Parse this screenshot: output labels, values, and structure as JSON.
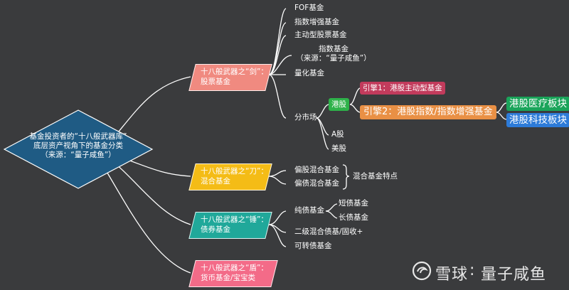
{
  "colors": {
    "background": "#3a3b3d",
    "sword": "#f08a80",
    "knife": "#f4bc16",
    "hammer": "#20a89a",
    "shield": "#f36b88",
    "hk_badge": "#2eb24a",
    "engine1": "#c23b5c",
    "engine2": "#e99045",
    "medical": "#1aa45a",
    "tech": "#2d7bd8",
    "lines": "#ffffff"
  },
  "root": {
    "line1": "基金投资者的“十八般武器库”",
    "line2": "底层资产视角下的基金分类",
    "line3": "（来源：“量子咸鱼”）"
  },
  "branches": {
    "sword": {
      "line1": "十八般武器之“剑”：",
      "line2": "股票基金"
    },
    "knife": {
      "line1": "十八般武器之“刀”：",
      "line2": "混合基金"
    },
    "hammer": {
      "line1": "十八般武器之“锤”：",
      "line2": "债券基金"
    },
    "shield": {
      "line1": "十八般武器之“盾”：",
      "line2": "货币基金/宝宝类"
    }
  },
  "sword_children": {
    "fof": "FOF基金",
    "index_enhanced": "指数增强基金",
    "active": "主动型股票基金",
    "index_line1": "指数基金",
    "index_line2": "（来源：“量子咸鱼”）",
    "quant": "量化基金",
    "markets": "分市场",
    "hk": "港股",
    "engine1": "引擎1：港股主动型基金",
    "engine2": "引擎2：港股指数/指数增强基金",
    "medical": "港股医疗板块",
    "tech": "港股科技板块",
    "ashare": "A股",
    "us": "美股"
  },
  "knife_children": {
    "equity_biased": "偏股混合基金",
    "bond_biased": "偏债混合基金",
    "features": "混合基金特点"
  },
  "hammer_children": {
    "pure_bond": "纯债基金",
    "short_bond": "短债基金",
    "long_bond": "长债基金",
    "secondary": "二级混合债基/固收+",
    "convertible": "可转债基金"
  },
  "watermark": {
    "site": "雪球",
    "author": "量子咸鱼"
  }
}
